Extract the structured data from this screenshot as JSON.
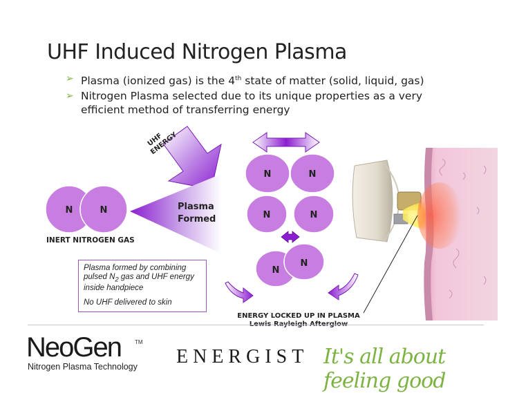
{
  "slide": {
    "title": "UHF Induced Nitrogen Plasma",
    "bullets": [
      {
        "before": "Plasma (ionized gas) is the 4",
        "sup": "th",
        "after": " state of matter (solid, liquid, gas)"
      },
      {
        "text": "Nitrogen Plasma selected due to its unique properties as a very efficient method of transferring energy"
      }
    ]
  },
  "diagram": {
    "atom_label": "N",
    "uhf_label_line1": "UHF",
    "uhf_label_line2": "ENERGY",
    "plasma_formed_line1": "Plasma",
    "plasma_formed_line2": "Formed",
    "inert_label": "INERT NITROGEN GAS",
    "callout_line1": "Plasma formed by combining pulsed N",
    "callout_sub": "2",
    "callout_line1b": " gas and UHF energy inside handpiece",
    "callout_line2": "No UHF delivered to skin",
    "energy_locked": "ENERGY LOCKED UP IN PLASMA",
    "afterglow": "Lewis Rayleigh Afterglow",
    "colors": {
      "atom_fill": "#c77ee0",
      "atom_stroke": "#ffffff",
      "arrow_purple": "#8b1ed0",
      "bullet_green": "#7cb342",
      "skin_pink": "#f0bcd2",
      "plasma_yellow": "#ffe94d"
    }
  },
  "footer": {
    "brand": "NeoGen",
    "trademark": "TM",
    "brand_sub": "Nitrogen Plasma Technology",
    "company": "ENERGIST",
    "tagline": "It's all about feeling good"
  }
}
